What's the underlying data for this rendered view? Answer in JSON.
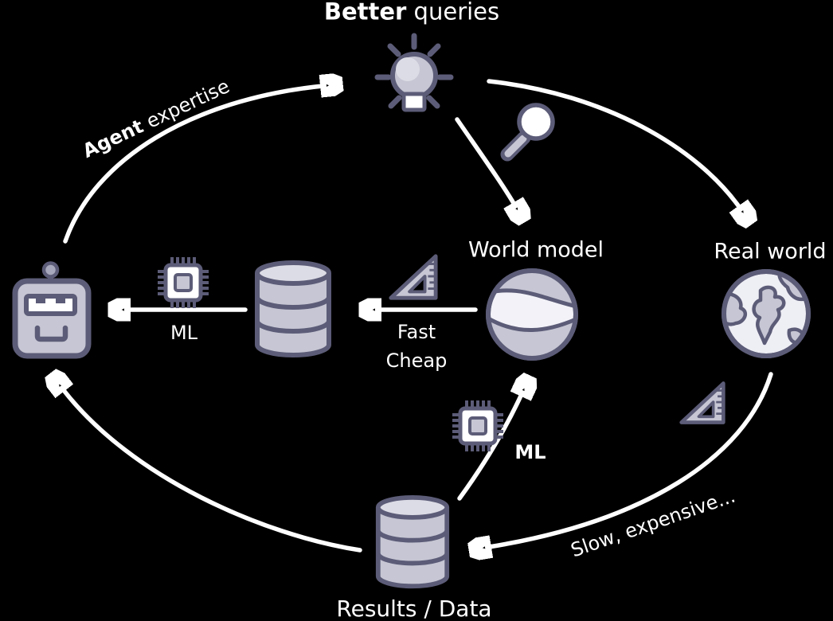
{
  "title": {
    "bold": "Better",
    "rest": " queries"
  },
  "labels": {
    "agent_expertise": {
      "bold": "Agent",
      "rest": " expertise"
    },
    "world_model": "World model",
    "real_world": "Real world",
    "ml_left": "ML",
    "ml_bottom": "ML",
    "fast": "Fast",
    "cheap": "Cheap",
    "results_data": "Results / Data",
    "slow_expensive": "Slow, expensive..."
  },
  "structure": {
    "nodes": [
      {
        "id": "agent",
        "icon": "robot-icon",
        "label": ""
      },
      {
        "id": "better-queries",
        "icon": "lightbulb-icon",
        "label": "Better queries"
      },
      {
        "id": "world-model",
        "icon": "world-globe-icon",
        "label": "World model"
      },
      {
        "id": "real-world",
        "icon": "earth-globe-icon",
        "label": "Real world"
      },
      {
        "id": "model-database",
        "icon": "database-icon",
        "label": ""
      },
      {
        "id": "results-data",
        "icon": "database-icon",
        "label": "Results / Data"
      }
    ],
    "edges": [
      {
        "from": "agent",
        "to": "better-queries",
        "label": "Agent expertise"
      },
      {
        "from": "better-queries",
        "to": "world-model",
        "label": "",
        "icon": "magnifier-icon"
      },
      {
        "from": "better-queries",
        "to": "real-world",
        "label": ""
      },
      {
        "from": "world-model",
        "to": "model-database",
        "label": "Fast Cheap",
        "icon": "set-square-icon"
      },
      {
        "from": "model-database",
        "to": "agent",
        "label": "ML",
        "icon": "chip-icon"
      },
      {
        "from": "results-data",
        "to": "world-model",
        "label": "ML",
        "icon": "chip-icon"
      },
      {
        "from": "real-world",
        "to": "results-data",
        "label": "Slow, expensive...",
        "icon": "set-square-icon"
      },
      {
        "from": "results-data",
        "to": "agent",
        "label": ""
      }
    ]
  },
  "colors": {
    "bg": "#000000",
    "text": "#ffffff",
    "arrow": "#ffffff",
    "stroke": "#5c5c78",
    "fill": "#c6c6d4",
    "fill-light": "#dcdce6",
    "white": "#ffffff",
    "metal": "#a8a8bc"
  }
}
